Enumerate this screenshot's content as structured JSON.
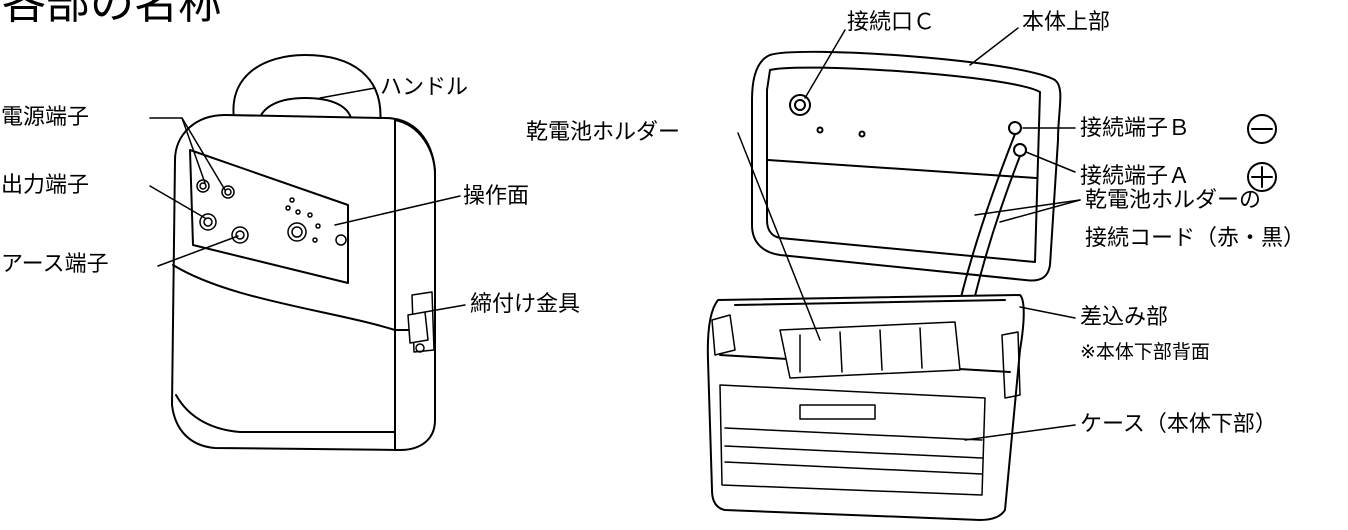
{
  "title": "各部の名称",
  "labels": {
    "handle": "ハンドル",
    "power_terminal": "電源端子",
    "output_terminal": "出力端子",
    "earth_terminal": "アース端子",
    "control_panel": "操作面",
    "clamp": "締付け金具",
    "connector_c": "接続口Ｃ",
    "body_top": "本体上部",
    "battery_holder": "乾電池ホルダー",
    "terminal_b": "接続端子Ｂ",
    "terminal_a": "接続端子Ａ",
    "holder_cord_line1": "乾電池ホルダーの",
    "holder_cord_line2": "接続コード（赤・黒）",
    "insert_part": "差込み部",
    "insert_part_note": "※本体下部背面",
    "case": "ケース（本体下部）"
  },
  "symbols": {
    "terminal_b_sign": "minus",
    "terminal_a_sign": "plus"
  }
}
